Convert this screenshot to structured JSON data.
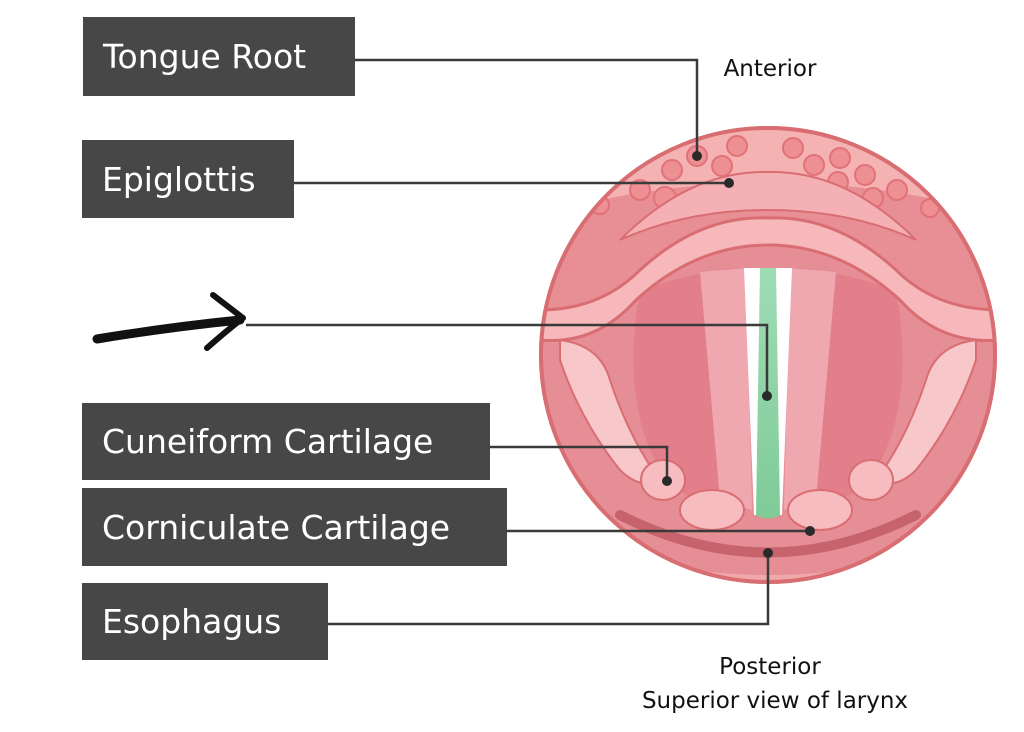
{
  "labels": {
    "tongue_root": "Tongue Root",
    "epiglottis": "Epiglottis",
    "cuneiform": "Cuneiform Cartilage",
    "corniculate": "Corniculate Cartilage",
    "esophagus": "Esophagus"
  },
  "orientation": {
    "anterior": "Anterior",
    "posterior": "Posterior"
  },
  "caption": "Superior view of larynx",
  "colors": {
    "label_bg": "#474747",
    "tissue_pink": "#f0a6a8",
    "tissue_light": "#f6c1c3",
    "outline": "#d96e72",
    "glottis_green": "#8ed3a6",
    "leader_line": "#3a3a3a"
  },
  "unlabeled_pointer": "arrow-hand-drawn"
}
